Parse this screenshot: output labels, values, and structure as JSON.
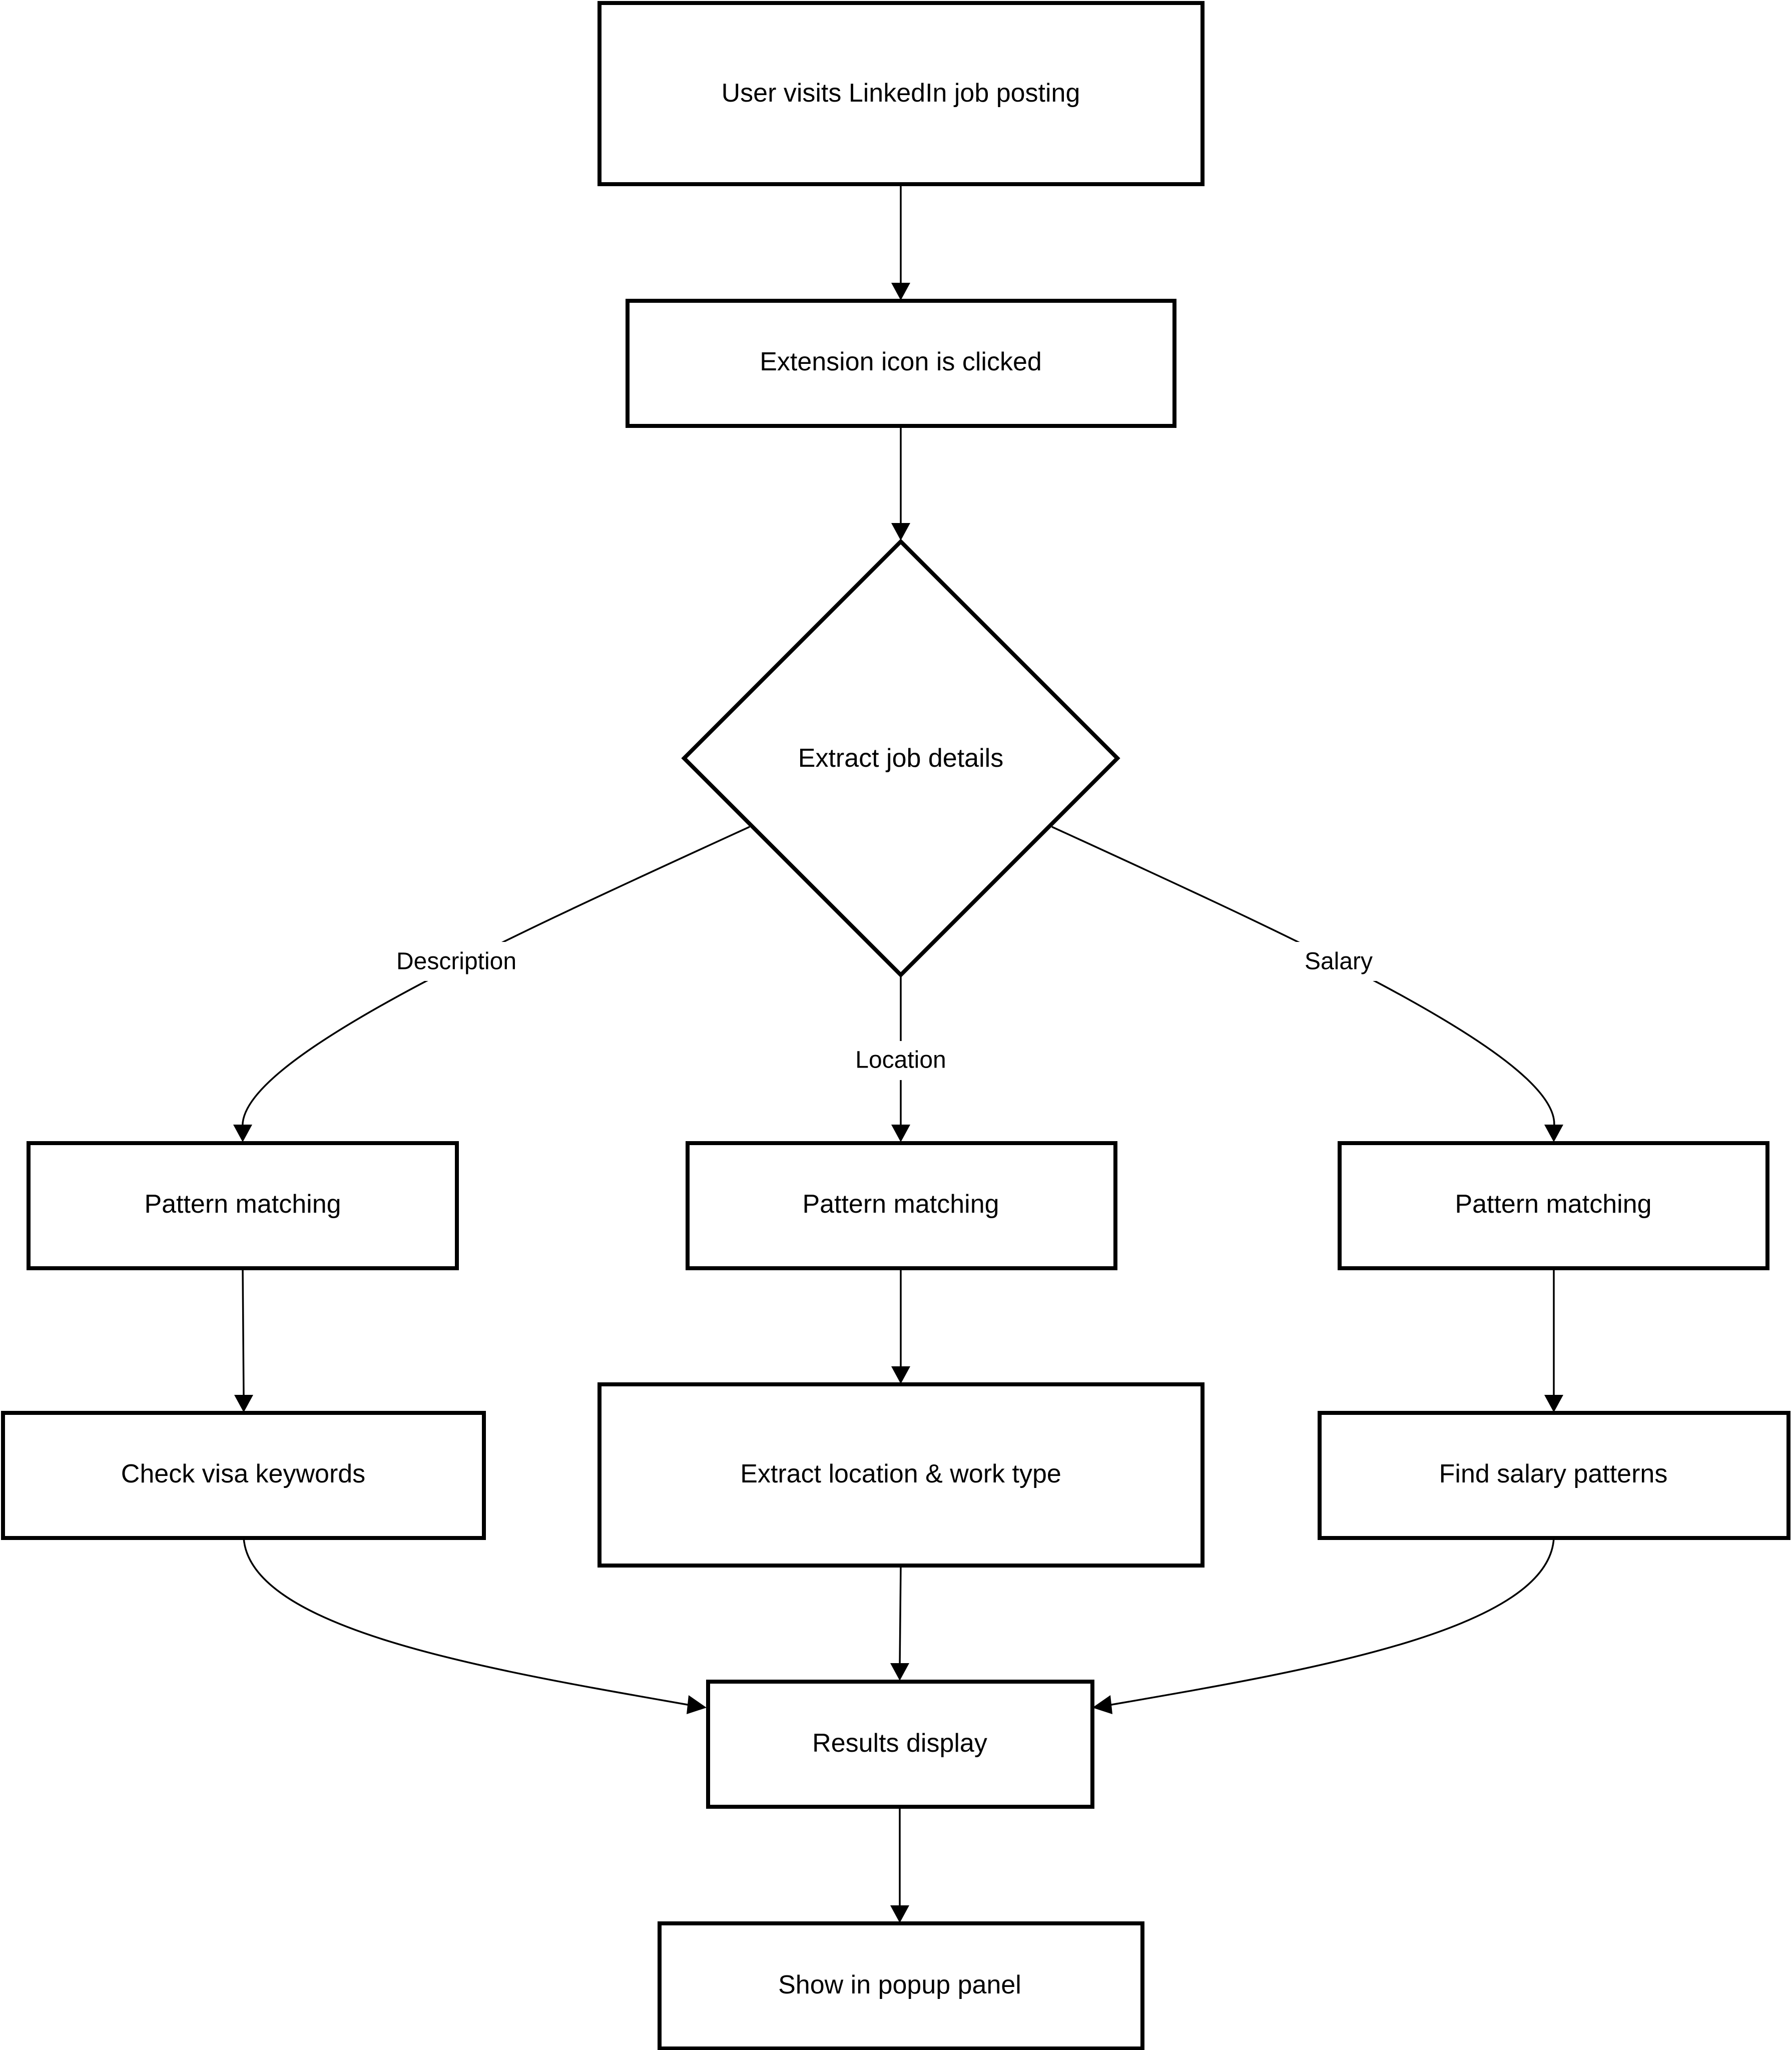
{
  "nodes": [
    {
      "id": "visit",
      "shape": "rect",
      "label": "User visits LinkedIn job posting"
    },
    {
      "id": "click",
      "shape": "rect",
      "label": "Extension icon is clicked"
    },
    {
      "id": "extract",
      "shape": "diamond",
      "label": "Extract job details"
    },
    {
      "id": "pm_desc",
      "shape": "rect",
      "label": "Pattern matching"
    },
    {
      "id": "pm_loc",
      "shape": "rect",
      "label": "Pattern matching"
    },
    {
      "id": "pm_sal",
      "shape": "rect",
      "label": "Pattern matching"
    },
    {
      "id": "visa",
      "shape": "rect",
      "label": "Check visa keywords"
    },
    {
      "id": "locwork",
      "shape": "rect",
      "label": "Extract location & work type"
    },
    {
      "id": "salpat",
      "shape": "rect",
      "label": "Find salary patterns"
    },
    {
      "id": "results",
      "shape": "rect",
      "label": "Results display"
    },
    {
      "id": "popup",
      "shape": "rect",
      "label": "Show in popup panel"
    }
  ],
  "edges": [
    {
      "from": "visit",
      "to": "click",
      "label": ""
    },
    {
      "from": "click",
      "to": "extract",
      "label": ""
    },
    {
      "from": "extract",
      "to": "pm_desc",
      "label": "Description"
    },
    {
      "from": "extract",
      "to": "pm_loc",
      "label": "Location"
    },
    {
      "from": "extract",
      "to": "pm_sal",
      "label": "Salary"
    },
    {
      "from": "pm_desc",
      "to": "visa",
      "label": ""
    },
    {
      "from": "pm_loc",
      "to": "locwork",
      "label": ""
    },
    {
      "from": "pm_sal",
      "to": "salpat",
      "label": ""
    },
    {
      "from": "visa",
      "to": "results",
      "label": ""
    },
    {
      "from": "locwork",
      "to": "results",
      "label": ""
    },
    {
      "from": "salpat",
      "to": "results",
      "label": ""
    },
    {
      "from": "results",
      "to": "popup",
      "label": ""
    }
  ],
  "colors": {
    "stroke": "#000000",
    "fill": "#ffffff",
    "text": "#000000"
  }
}
